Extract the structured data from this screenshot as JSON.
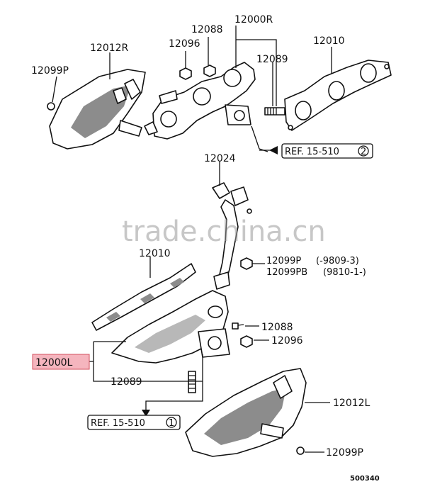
{
  "labels": {
    "p12000R": "12000R",
    "p12012R": "12012R",
    "p12088_top": "12088",
    "p12096_top": "12096",
    "p12010_top": "12010",
    "p12089_top": "12089",
    "p12099P_top": "12099P",
    "ref_top": "REF. 15-510",
    "ref_top_num": "2",
    "p12024": "12024",
    "p12010_mid": "12010",
    "p12099P_mid": "12099P",
    "p12099P_mid_range": "(-9809-3)",
    "p12099PB_mid": "12099PB",
    "p12099PB_mid_range": "(9810-1-)",
    "p12088_bot": "12088",
    "p12096_bot": "12096",
    "p12000L": "12000L",
    "p12089_bot": "12089",
    "ref_bot": "REF. 15-510",
    "ref_bot_num": "1",
    "p12012L": "12012L",
    "p12099P_bot": "12099P",
    "diagram_no": "500340"
  },
  "watermark": "trade.china.cn",
  "colors": {
    "highlight": "#f5b5be",
    "line": "#111111"
  }
}
